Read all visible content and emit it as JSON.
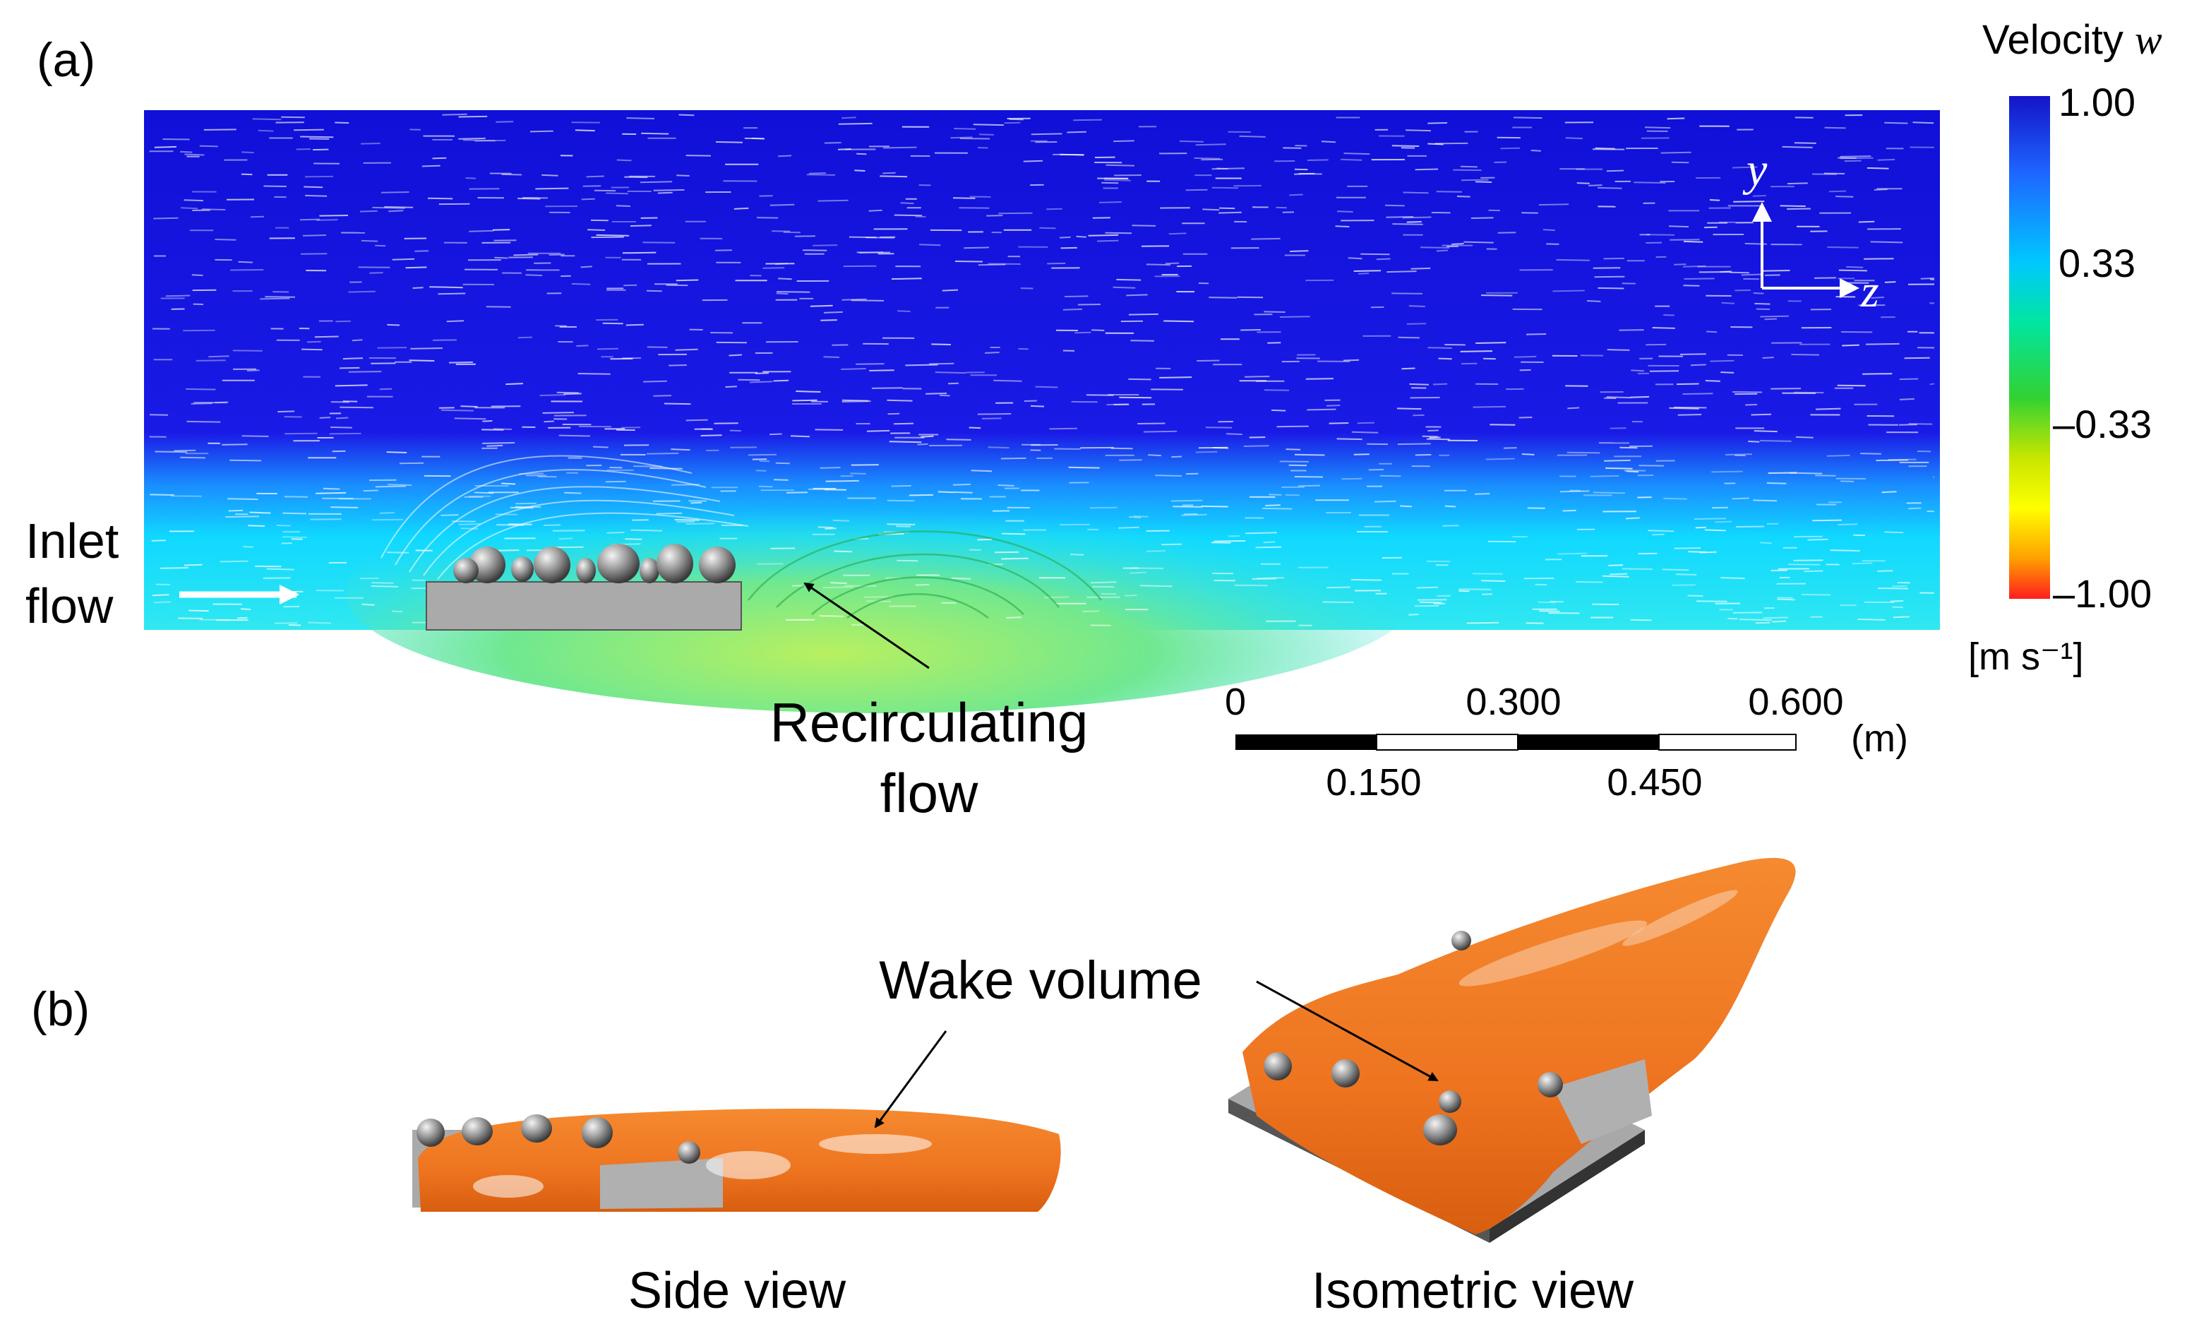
{
  "panel_a": {
    "label": "(a)",
    "inlet_line1": "Inlet",
    "inlet_line2": "flow",
    "recirc_line1": "Recirculating",
    "recirc_line2": "flow",
    "axis_y": "y",
    "axis_z": "z"
  },
  "colorbar": {
    "title_prefix": "Velocity ",
    "title_var": "w",
    "ticks": [
      "1.00",
      "0.33",
      "–0.33",
      "–1.00"
    ],
    "unit": "[m s⁻¹]",
    "colors": [
      "#1414c8",
      "#1e64ff",
      "#00c8ff",
      "#00e6a0",
      "#32d232",
      "#c8e600",
      "#ffff00",
      "#ffa000",
      "#ff1e1e"
    ]
  },
  "scale_bar": {
    "top_labels": [
      "0",
      "0.300",
      "0.600"
    ],
    "bottom_labels": [
      "0.150",
      "0.450"
    ],
    "unit": "(m)"
  },
  "panel_b": {
    "label": "(b)",
    "wake_label": "Wake volume",
    "side_caption": "Side view",
    "iso_caption": "Isometric view"
  },
  "colors": {
    "flow_blue": "#1a1ae0",
    "wake_orange": "#f07a24",
    "substrate_gray": "#aaaaaa"
  }
}
